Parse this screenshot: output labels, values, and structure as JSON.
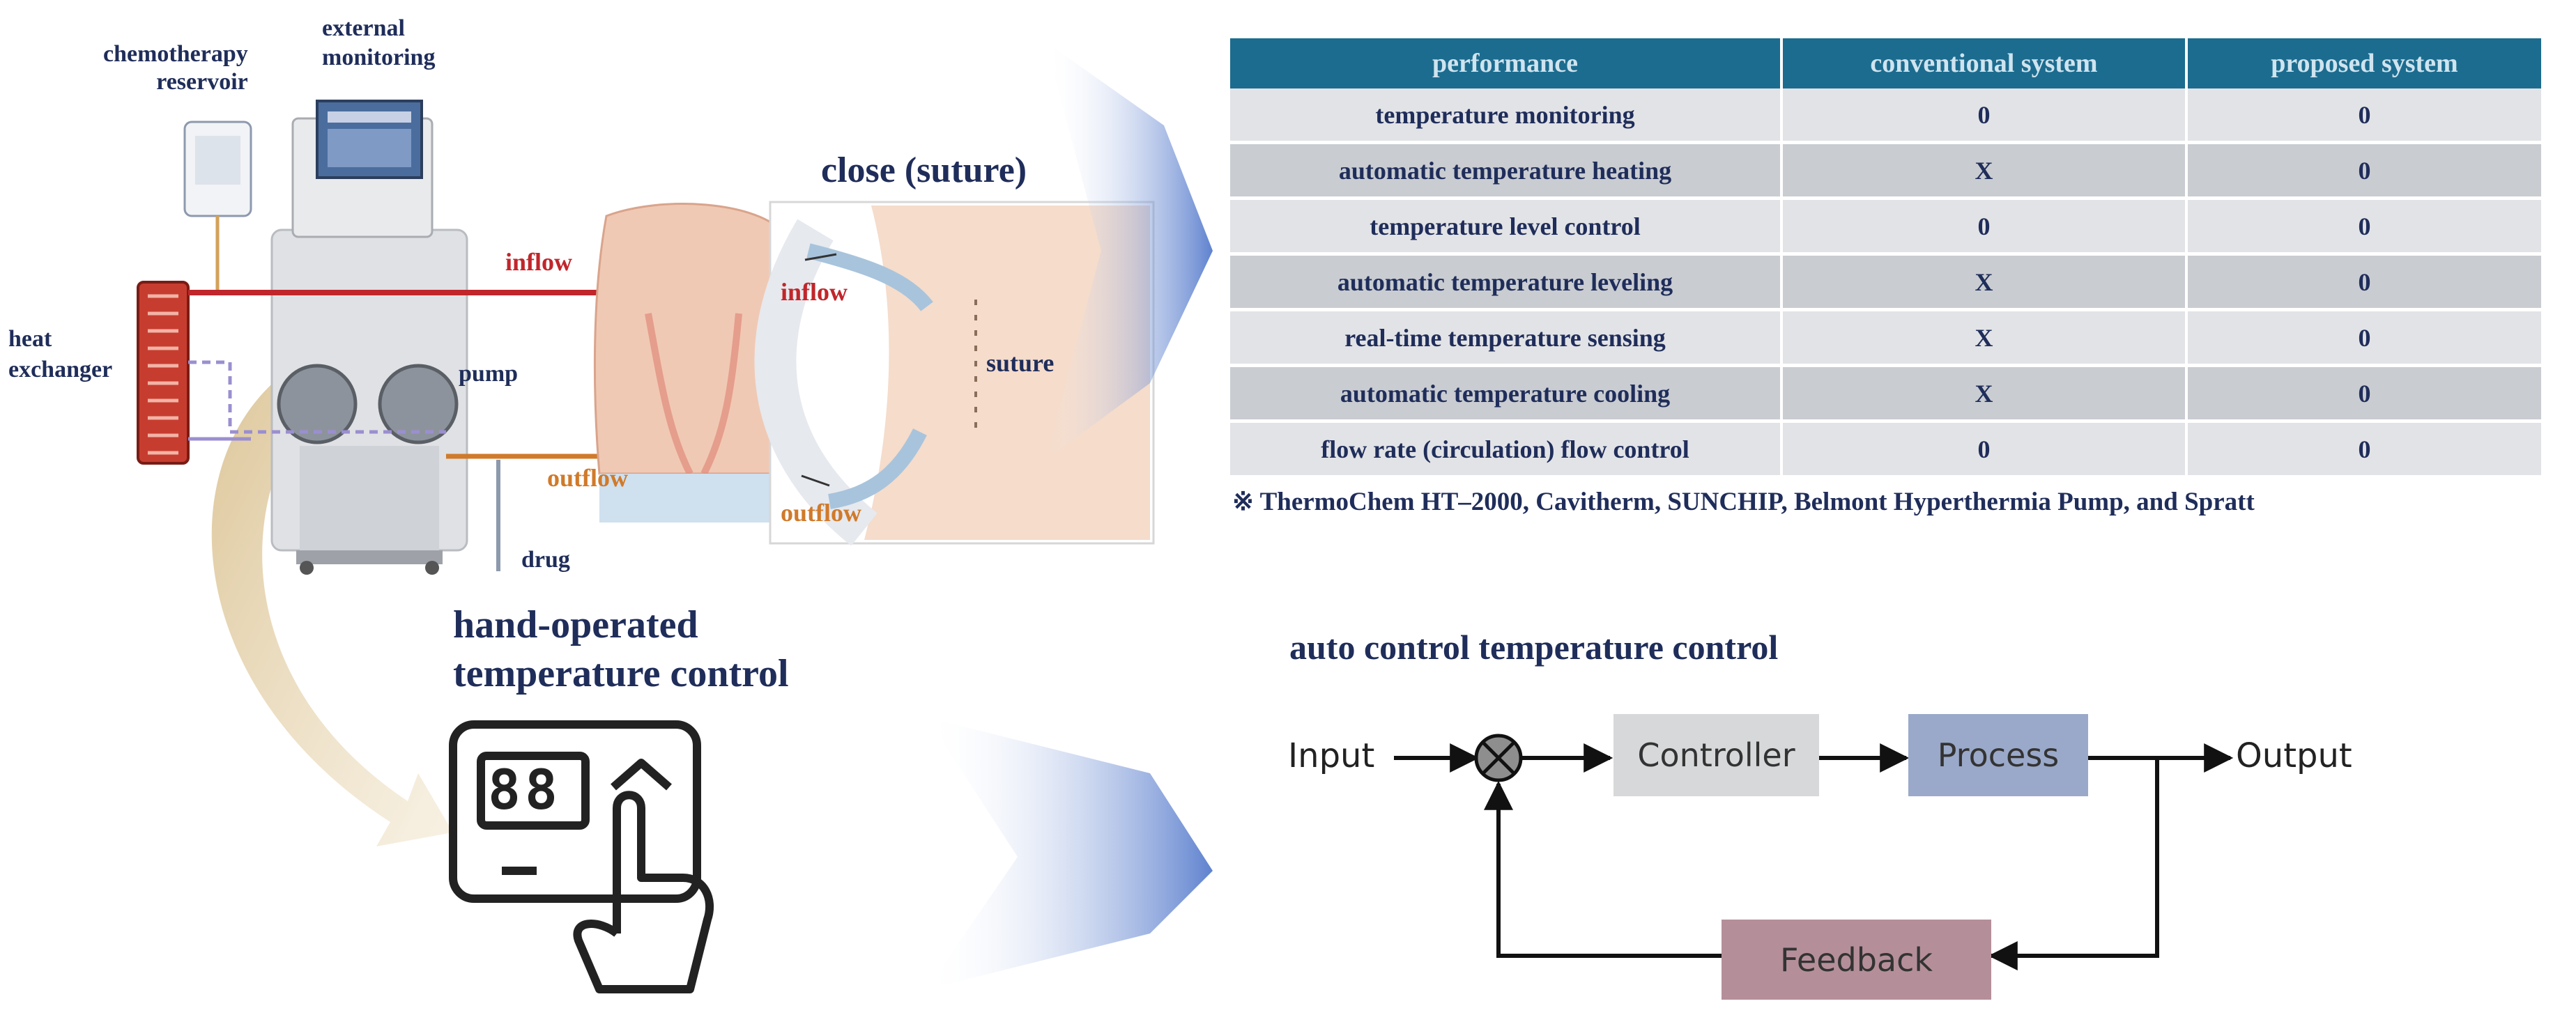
{
  "left_panel": {
    "labels": {
      "chemotherapy_reservoir": "chemotherapy\nreservoir",
      "external_monitoring": "external\nmonitoring",
      "heat_exchanger": "heat\nexchanger",
      "pump": "pump",
      "inflow": "inflow",
      "outflow": "outflow",
      "drug": "drug"
    },
    "inset": {
      "title": "close (suture)",
      "inflow": "inflow",
      "outflow": "outflow",
      "suture": "suture"
    },
    "manual_title": "hand-operated\ntemperature control",
    "device_display": "88"
  },
  "table": {
    "headers": [
      "performance",
      "conventional system",
      "proposed system"
    ],
    "rows": [
      [
        "temperature monitoring",
        "0",
        "0"
      ],
      [
        "automatic temperature heating",
        "X",
        "0"
      ],
      [
        "temperature level control",
        "0",
        "0"
      ],
      [
        "automatic temperature leveling",
        "X",
        "0"
      ],
      [
        "real-time temperature sensing",
        "X",
        "0"
      ],
      [
        "automatic temperature cooling",
        "X",
        "0"
      ],
      [
        "flow rate (circulation) flow control",
        "0",
        "0"
      ]
    ],
    "footnote": "※ ThermoChem HT–2000, Cavitherm, SUNCHIP, Belmont Hyperthermia Pump, and Spratt"
  },
  "control_diagram": {
    "title": "auto control temperature control",
    "input": "Input",
    "controller": "Controller",
    "process": "Process",
    "output": "Output",
    "feedback": "Feedback"
  },
  "colors": {
    "table_header": "#1c6c8f",
    "text_navy": "#1f2d5a",
    "inflow_red": "#c0262b",
    "outflow_orange": "#d07a2a",
    "controller_block": "#d6d8da",
    "process_block": "#9aa9c9",
    "feedback_block": "#b48f9a"
  }
}
